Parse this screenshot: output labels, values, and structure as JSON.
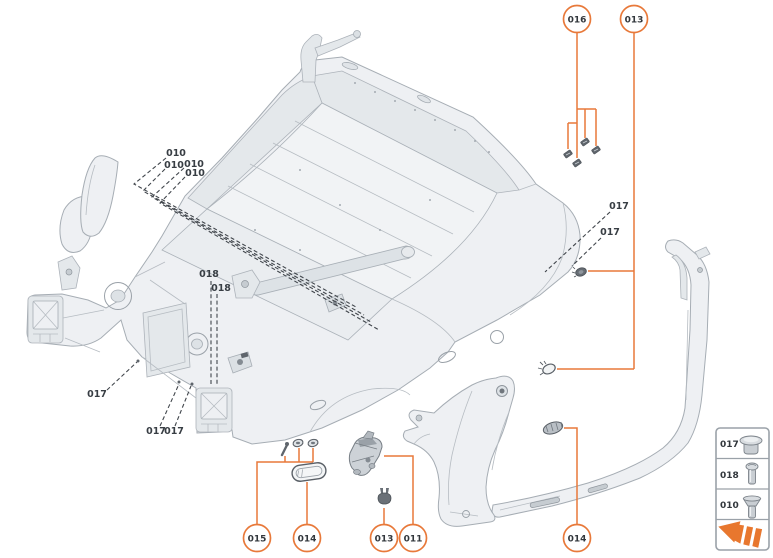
{
  "diagram": {
    "kind": "vehicle-body-parts-diagram",
    "accent_color": "#e8793a",
    "label_color": "#383e44"
  },
  "callouts": {
    "circled": [
      {
        "label": "016"
      },
      {
        "label": "013"
      },
      {
        "label": "015"
      },
      {
        "label": "014"
      },
      {
        "label": "013"
      },
      {
        "label": "011"
      },
      {
        "label": "014"
      }
    ],
    "plain": [
      {
        "label": "010"
      },
      {
        "label": "010"
      },
      {
        "label": "010"
      },
      {
        "label": "010"
      },
      {
        "label": "018"
      },
      {
        "label": "018"
      },
      {
        "label": "017"
      },
      {
        "label": "017"
      },
      {
        "label": "017"
      },
      {
        "label": "017"
      },
      {
        "label": "017"
      }
    ]
  },
  "legend": {
    "rows": [
      {
        "label": "017",
        "icon": "cap-nut-icon"
      },
      {
        "label": "018",
        "icon": "pan-head-screw-icon"
      },
      {
        "label": "010",
        "icon": "countersunk-screw-icon"
      },
      {
        "label": "",
        "icon": "install-direction-arrow-icon"
      }
    ]
  }
}
